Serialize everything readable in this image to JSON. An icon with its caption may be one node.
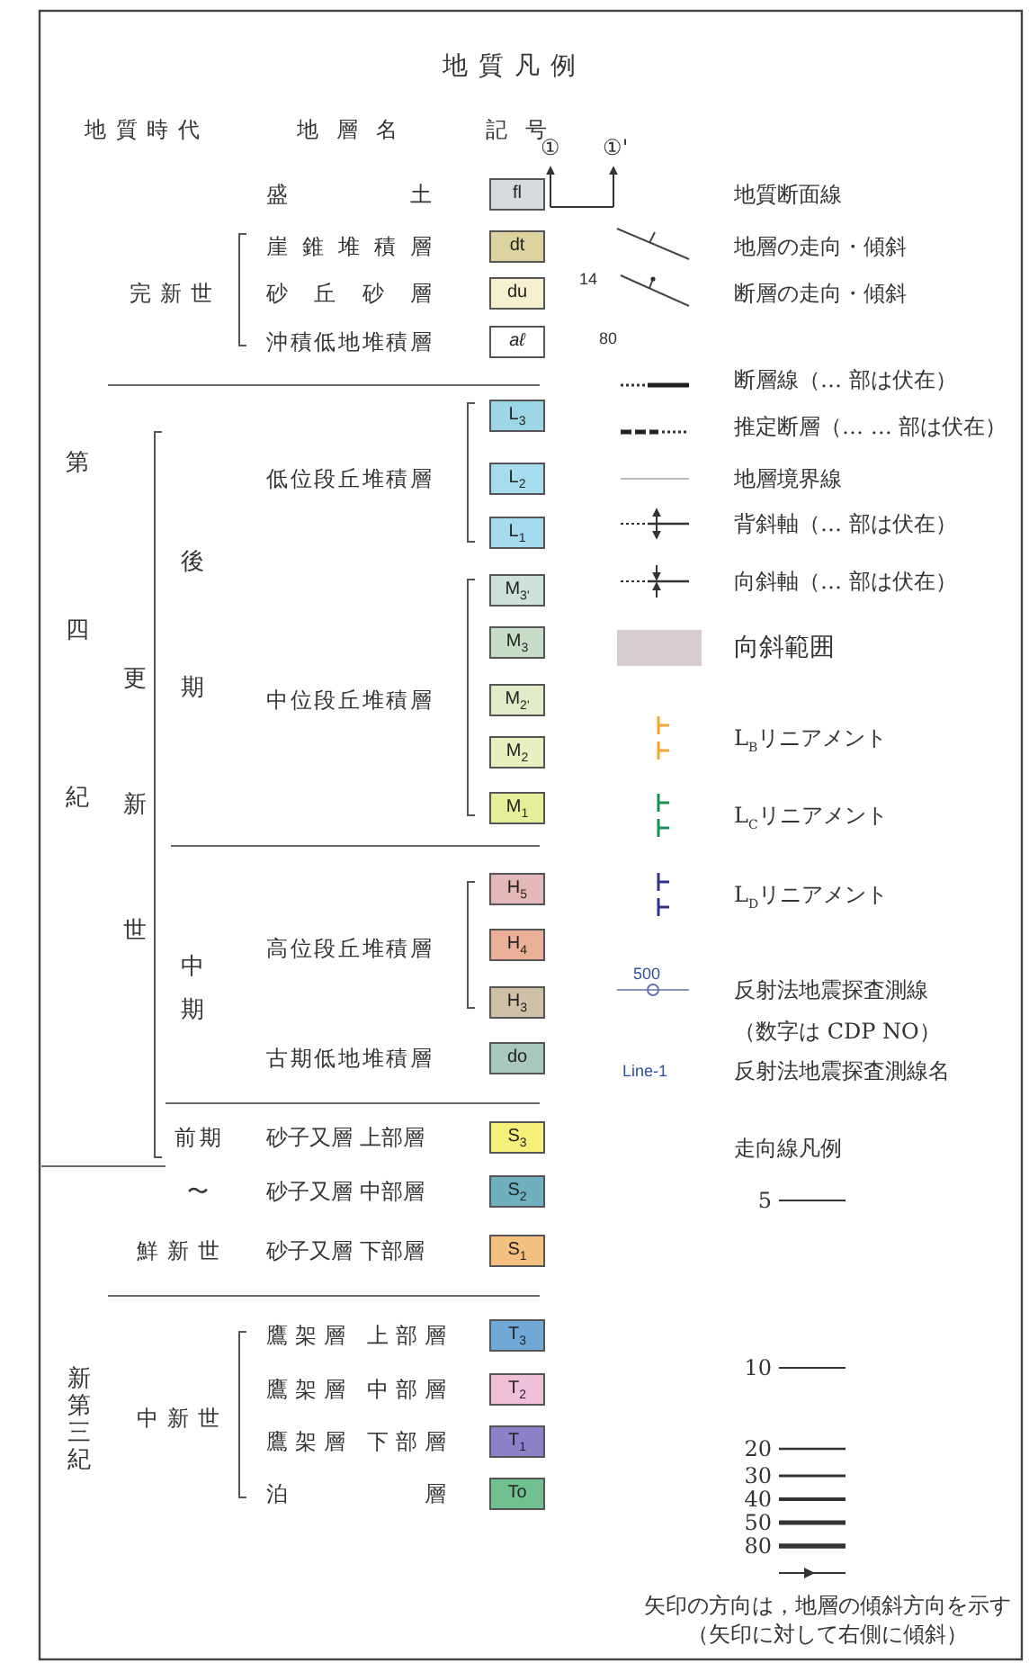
{
  "diagram": {
    "title": "地質凡例",
    "nodes": [
      {
        "text": [
          "fl"
        ]
      },
      {
        "text": [
          "dt"
        ]
      },
      {
        "text": [
          "du"
        ]
      },
      {
        "text": [
          "aℓ"
        ]
      },
      {
        "text": [
          "L$_{3}$"
        ]
      },
      {
        "text": [
          "L$_{2}$"
        ]
      },
      {
        "text": [
          "L$_{1}$"
        ]
      },
      {
        "text": [
          "M$_{3'}$"
        ]
      },
      {
        "text": [
          "M$_{3}$"
        ]
      },
      {
        "text": [
          "M$_{2'}$"
        ]
      },
      {
        "text": [
          "M$_{2}$"
        ]
      },
      {
        "text": [
          "M$_{1}$"
        ]
      },
      {
        "text": [
          "H$_{5}$"
        ]
      },
      {
        "text": [
          "H$_{4}$"
        ]
      },
      {
        "text": [
          "H$_{3}$"
        ]
      },
      {
        "text": [
          "do"
        ]
      },
      {
        "text": [
          "S$_{3}$"
        ]
      },
      {
        "text": [
          "S$_{2}$"
        ]
      },
      {
        "text": [
          "S$_{1}$"
        ]
      },
      {
        "text": [
          "T$_{3}$"
        ]
      },
      {
        "text": [
          "T$_{2}$"
        ]
      },
      {
        "text": [
          "T$_{1}$"
        ]
      },
      {
        "text": [
          "To"
        ]
      }
    ],
    "labels": [
      "地質時代",
      "地層名",
      "記号",
      "①",
      "①'",
      "盛土",
      "崖錐堆積層",
      "14",
      "完新世",
      "砂丘砂層",
      "80",
      "沖積低地堆積層",
      "第四紀",
      "低位段丘堆積層",
      "後期",
      "更新世",
      "中位段丘堆積層",
      "高位段丘堆積層",
      "中期",
      "古期低地堆積層",
      "500",
      "（数字は CDP NO）",
      "Line-1",
      "前期",
      "砂子又層 上部層",
      "走向線凡例",
      "〜",
      "砂子又層 中部層",
      "5",
      "鮮新世",
      "砂子又層 下部層",
      "鷹架層 上部層",
      "10",
      "新第三紀",
      "鷹架層 中部層",
      "中新世",
      "鷹架層 下部層",
      "20",
      "30",
      "泊層",
      "40",
      "50",
      "80",
      "矢印の方向は，地層の傾斜方向を示す",
      "（矢印に対して右側に傾斜）"
    ],
    "legend": [
      {
        "text": "地質断面線"
      },
      {
        "text": "地層の走向・傾斜"
      },
      {
        "text": "断層の走向・傾斜"
      },
      {
        "text": "断層線（… 部は伏在）"
      },
      {
        "text": "推定断層（… … 部は伏在）"
      },
      {
        "text": "地層境界線"
      },
      {
        "text": "背斜軸（… 部は伏在）"
      },
      {
        "text": "向斜軸（… 部は伏在）"
      },
      {
        "text": "向斜範囲",
        "color": "#d8ccd3"
      },
      {
        "text": "L$_{B}$リニアメント"
      },
      {
        "text": "L$_{C}$リニアメント"
      },
      {
        "text": "L$_{D}$リニアメント"
      },
      {
        "text": "反射法地震探査測線"
      },
      {
        "text": "反射法地震探査測線名"
      }
    ]
  }
}
